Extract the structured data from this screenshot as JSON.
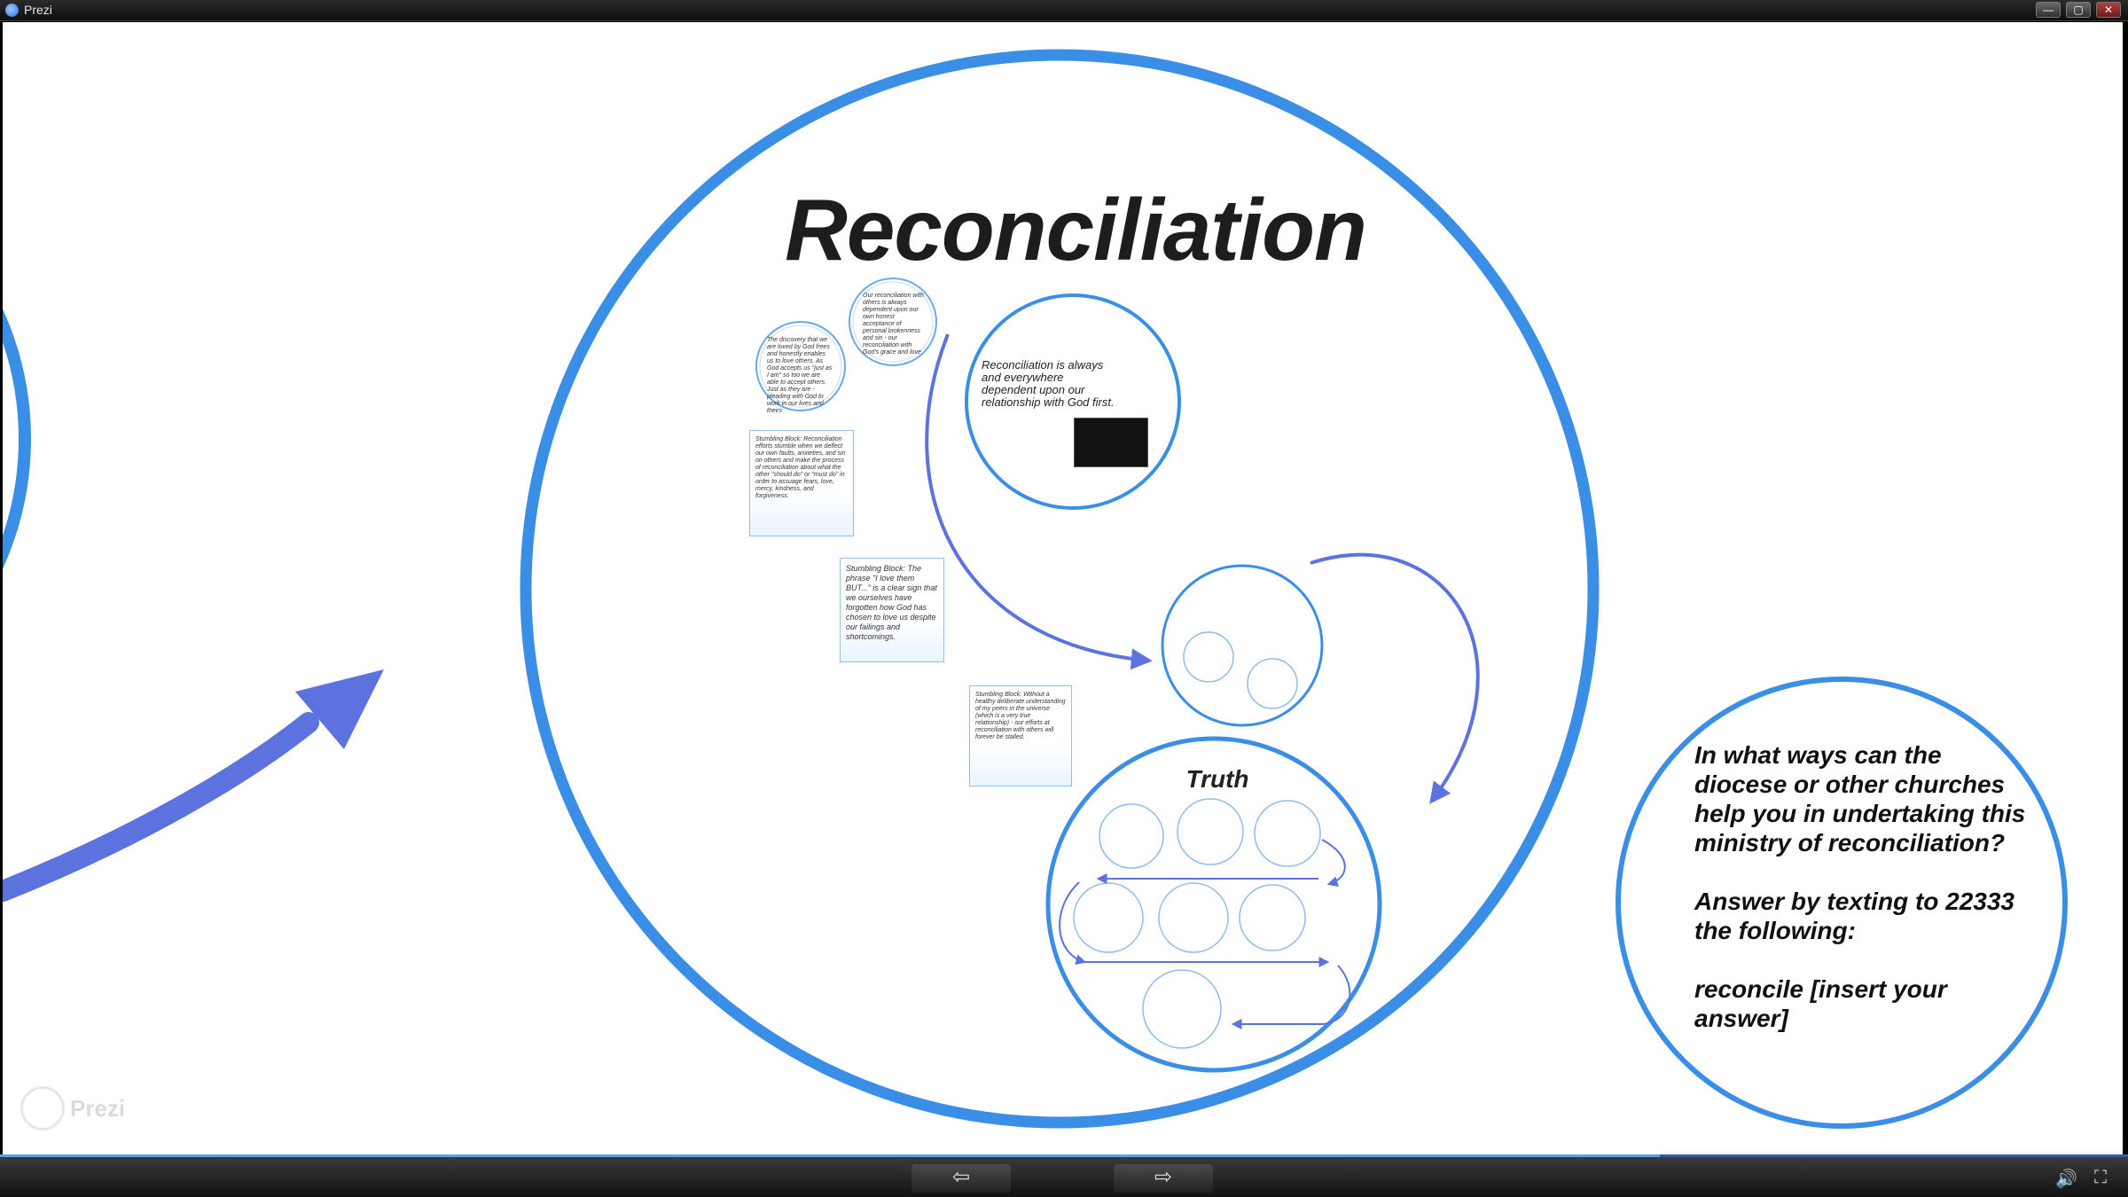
{
  "window": {
    "title": "Prezi",
    "controls": {
      "minimize": "—",
      "maximize": "▢",
      "close": "✕"
    }
  },
  "slide": {
    "title": "Reconciliation",
    "main_circle_text": "Reconciliation is always and everywhere dependent upon our relationship with God first.",
    "truth_label": "Truth",
    "question_paragraphs": [
      "In what ways can the diocese or other churches help you in undertaking this ministry of reconciliation?",
      "Answer by texting to 22333 the following:",
      "reconcile [insert your answer]"
    ],
    "small_notes": [
      "Our reconciliation with others is always dependent upon our own honest acceptance of personal brokenness and sin - our reconciliation with God's grace and love",
      "The discovery that we are loved by God frees and honestly enables us to love others. As God accepts us \"just as I am\" so too we are able to accept others. Just as they are - pleading with God to work in our lives and theirs",
      "Stumbling Block: Reconciliation efforts stumble when we deflect our own faults, anxieties, and sin on others and make the process of reconciliation about what the other \"should do\" or \"must do\" in order to assuage fears, love, mercy, kindness, and forgiveness.",
      "Stumbling Block: The phrase \"I love them BUT...\" is a clear sign that we ourselves have forgotten how God has chosen to love us despite our failings and shortcomings.",
      "Stumbling Block: Without a healthy deliberate understanding of my peers in the universe (which is a very true relationship) - our efforts at reconciliation with others will forever be stalled."
    ],
    "brand_watermark": "Prezi"
  },
  "toolbar": {
    "prev": "⇦",
    "next": "⇨",
    "volume_icon": "🔊",
    "fullscreen_icon": "⛶"
  },
  "progress_fraction": 0.78,
  "colors": {
    "circle_blue": "#3a8ee6",
    "arrow_blue": "#5c72df",
    "background": "#ffffff"
  }
}
